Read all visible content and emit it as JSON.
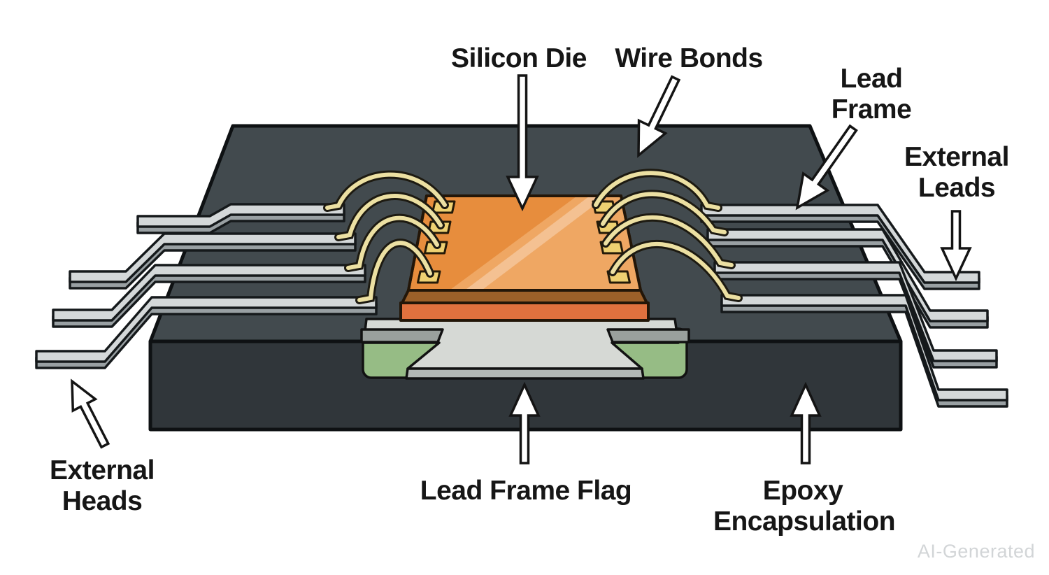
{
  "diagram": {
    "type": "labeled-illustration",
    "subject": "Integrated circuit package cutaway",
    "annotations": [
      {
        "id": "silicon-die",
        "lines": [
          "Silicon Die"
        ]
      },
      {
        "id": "wire-bonds",
        "lines": [
          "Wire Bonds"
        ]
      },
      {
        "id": "lead-frame",
        "lines": [
          "Lead",
          "Frame"
        ]
      },
      {
        "id": "external-leads",
        "lines": [
          "External",
          "Leads"
        ]
      },
      {
        "id": "external-heads",
        "lines": [
          "External",
          "Heads"
        ]
      },
      {
        "id": "lead-frame-flag",
        "lines": [
          "Lead Frame Flag"
        ]
      },
      {
        "id": "epoxy-encapsulation",
        "lines": [
          "Epoxy",
          "Encapsulation"
        ]
      }
    ],
    "watermark": "AI-Generated",
    "colors": {
      "background": "#ffffff",
      "epoxy_top": "#424a4e",
      "epoxy_front": "#30363a",
      "lead_top": "#d4d8d9",
      "lead_side": "#99a0a3",
      "die_top": "#e78d3d",
      "die_highlight": "#efa763",
      "die_rim": "#9c6029",
      "die_front": "#e0713e",
      "bond_pad": "#eed172",
      "wire": "#ece0a2",
      "flag": "#d6d9d5",
      "flag_edge": "#b3b8b4",
      "strip_gray": "#9aa09d",
      "die_attach_green": "#96bc85",
      "label_text": "#161616",
      "watermark_text": "#d2d5d7",
      "outline": "#111111"
    }
  }
}
